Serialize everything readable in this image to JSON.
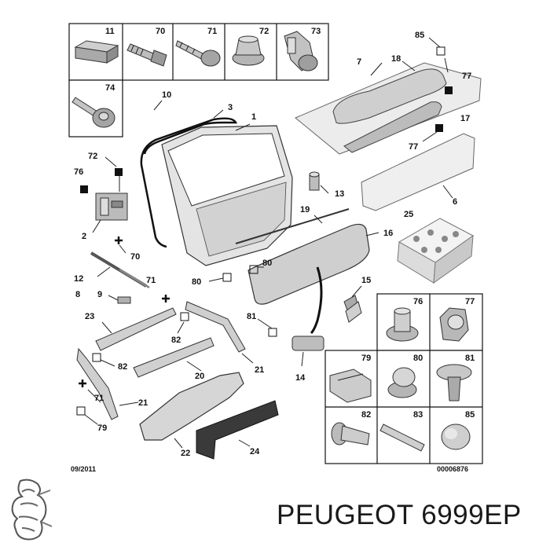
{
  "title": "PEUGEOT 6999EP",
  "footer": {
    "date": "09/2011",
    "ref": "00006876"
  },
  "top_grid": {
    "row1": [
      "11",
      "70",
      "71",
      "72",
      "73"
    ],
    "row2": [
      "74"
    ]
  },
  "bottom_grid": {
    "row1": [
      "76",
      "77"
    ],
    "row2": [
      "79",
      "80",
      "81"
    ],
    "row3": [
      "82",
      "83",
      "85"
    ]
  },
  "callouts": {
    "c1": "1",
    "c2": "2",
    "c3": "3",
    "c6": "6",
    "c7": "7",
    "c8": "8",
    "c9": "9",
    "c10": "10",
    "c12": "12",
    "c13": "13",
    "c14": "14",
    "c15": "15",
    "c16": "16",
    "c17": "17",
    "c18": "18",
    "c19": "19",
    "c20": "20",
    "c21a": "21",
    "c21b": "21",
    "c22": "22",
    "c23": "23",
    "c24": "24",
    "c25": "25",
    "c70": "70",
    "c71a": "71",
    "c71b": "71",
    "c72": "72",
    "c76": "76",
    "c77a": "77",
    "c77b": "77",
    "c79": "79",
    "c80a": "80",
    "c80b": "80",
    "c81": "81",
    "c82a": "82",
    "c82b": "82",
    "c85": "85"
  },
  "brand_icon": "peugeot-lion-icon"
}
